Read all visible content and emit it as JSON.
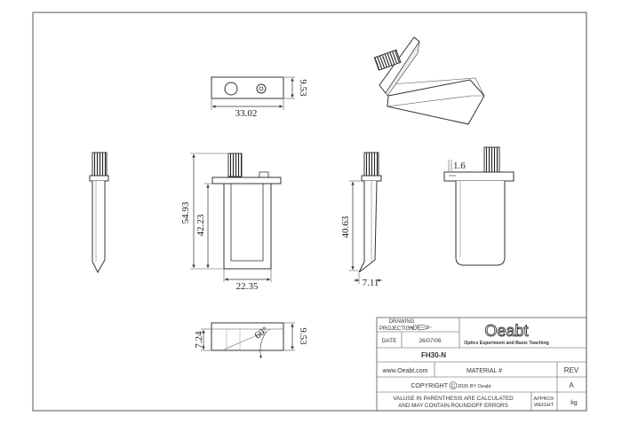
{
  "dimensions": {
    "top_width": "33.02",
    "top_height": "9.53",
    "front_overall_height": "54.93",
    "front_inner_height": "42.23",
    "front_width": "22.35",
    "side_height": "40.63",
    "side_offset": "7.11",
    "right_flange": "1.6",
    "bottom_height_left": "7.24",
    "bottom_height_right": "9.53",
    "bottom_angle": "60°"
  },
  "title_block": {
    "drawing_label": "DRAWING",
    "projection_label": "PROJECTION",
    "date_label": "DATE",
    "date_value": "26/07/06",
    "logo_text": "Oeabt",
    "company_tagline": "Optics Experiment and Basic Teaching",
    "part_number": "FH30-N",
    "website": "www.Oeabt.com",
    "material": "MATERIAL #",
    "rev_label": "REV",
    "rev_value": "A",
    "copyright": "COPYRIGHT",
    "copyright_year": "2026 BY Oeabt",
    "note_line1": "VALUSE IN PARENTHESIS ARE CALCULATED",
    "note_line2": "AND MAY CONTAIN ROUNDOFF ERRORS",
    "weight_label_1": "APPROX",
    "weight_label_2": "WEIGHT",
    "weight_unit": "kg"
  }
}
